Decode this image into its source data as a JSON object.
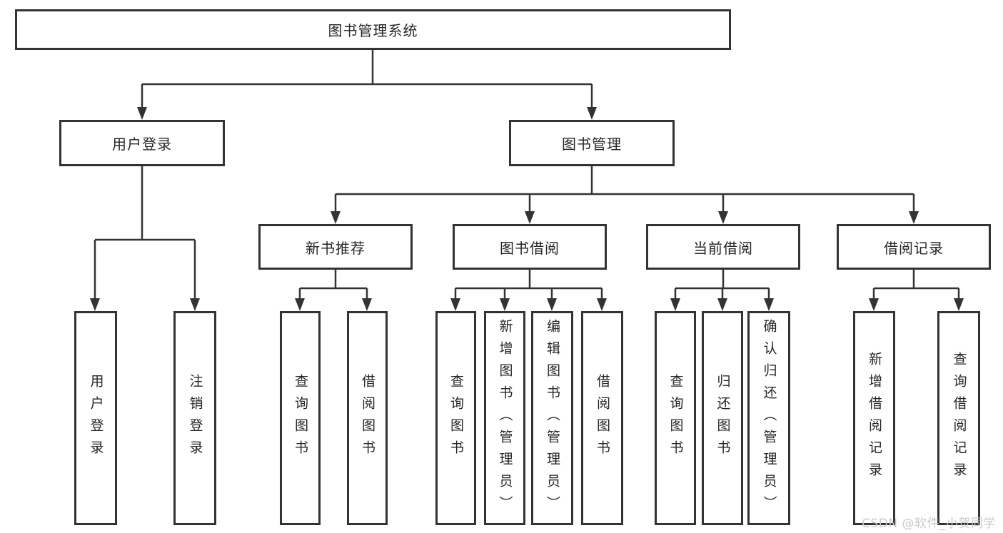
{
  "diagram": {
    "root": {
      "label": "图书管理系统"
    },
    "branches": [
      {
        "label": "用户登录",
        "children": [
          {
            "label": "用户登录"
          },
          {
            "label": "注销登录"
          }
        ]
      },
      {
        "label": "图书管理",
        "children": [
          {
            "label": "新书推荐",
            "children": [
              {
                "label": "查询图书"
              },
              {
                "label": "借阅图书"
              }
            ]
          },
          {
            "label": "图书借阅",
            "children": [
              {
                "label": "查询图书"
              },
              {
                "label": "新增图书（管理员）"
              },
              {
                "label": "编辑图书（管理员）"
              },
              {
                "label": "借阅图书"
              }
            ]
          },
          {
            "label": "当前借阅",
            "children": [
              {
                "label": "查询图书"
              },
              {
                "label": "归还图书"
              },
              {
                "label": "确认归还（管理员）"
              }
            ]
          },
          {
            "label": "借阅记录",
            "children": [
              {
                "label": "新增借阅记录"
              },
              {
                "label": "查询借阅记录"
              }
            ]
          }
        ]
      }
    ]
  },
  "watermark": {
    "text": "CSDN @软件_小贺同学"
  },
  "colors": {
    "line": "#333333",
    "box_border": "#333333",
    "text": "#262626",
    "watermark": "#c9c9c9",
    "background": "#ffffff"
  }
}
